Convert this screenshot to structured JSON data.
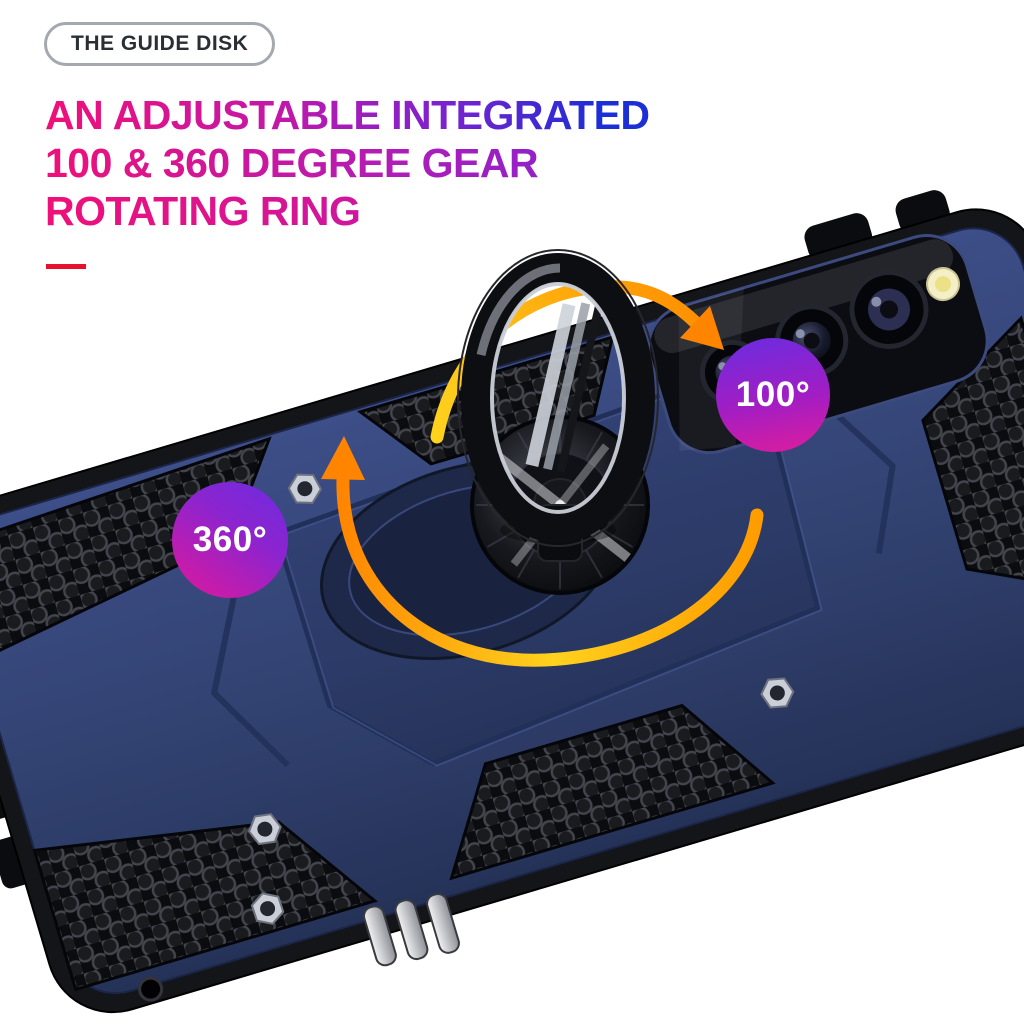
{
  "badge": {
    "label": "THE GUIDE DISK"
  },
  "heading": {
    "line1": "AN ADJUSTABLE INTEGRATED",
    "line2": "100 & 360 DEGREE GEAR",
    "line3": "ROTATING RING"
  },
  "callouts": {
    "deg100": "100°",
    "deg360": "360°"
  },
  "colors": {
    "heading_gradient_start": "#f01078",
    "heading_gradient_mid": "#7b22cf",
    "heading_gradient_end": "#1c2ed6",
    "accent_red": "#e8112d",
    "pill_border": "#a4a9af",
    "case_navy": "#34447c",
    "case_frame_black": "#141519",
    "arrow_yellow": "#ffd21e",
    "arrow_orange": "#ff8500",
    "callout_purple": "#6d2ce2",
    "callout_magenta": "#e0189a"
  }
}
